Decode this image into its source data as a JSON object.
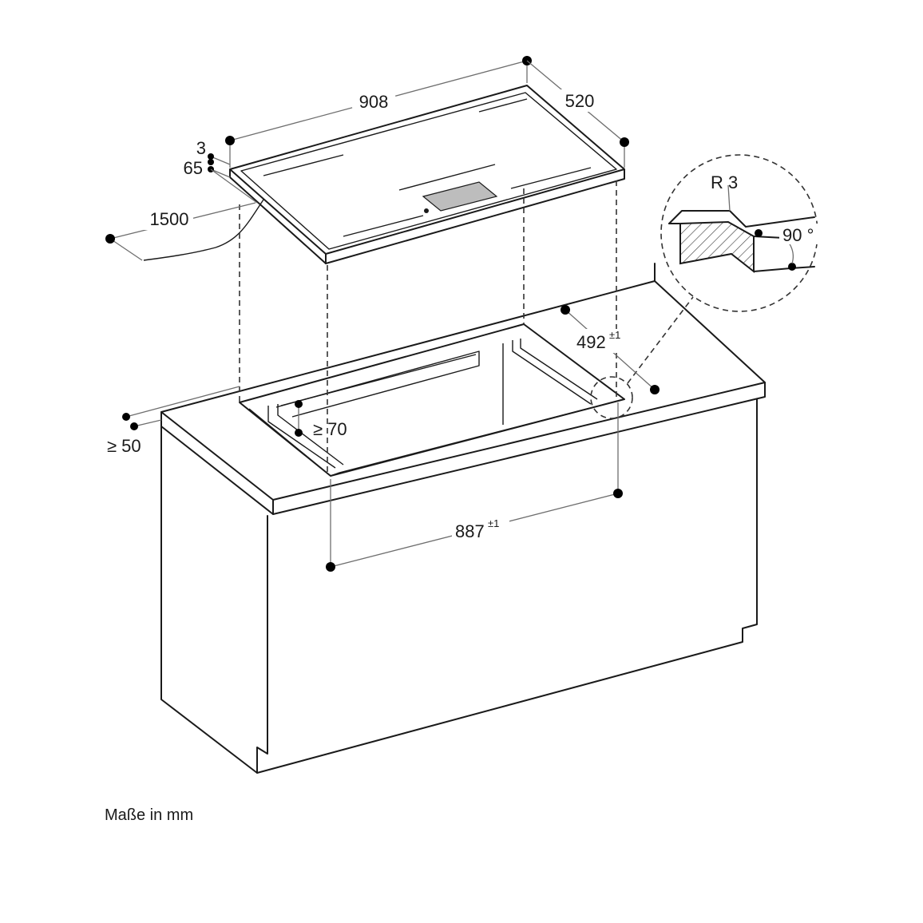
{
  "dimensions": {
    "width": "908",
    "depth": "520",
    "glass_thickness": "3",
    "height": "65",
    "cable_length": "1500",
    "cutout_depth": "492",
    "cutout_depth_tol": "±1",
    "cutout_width": "887",
    "cutout_width_tol": "±1",
    "front_distance": "≥ 50",
    "rear_clearance": "≥ 70"
  },
  "detail": {
    "radius": "R 3",
    "angle": "90 °"
  },
  "footer": {
    "unit_note": "Maße in mm"
  }
}
